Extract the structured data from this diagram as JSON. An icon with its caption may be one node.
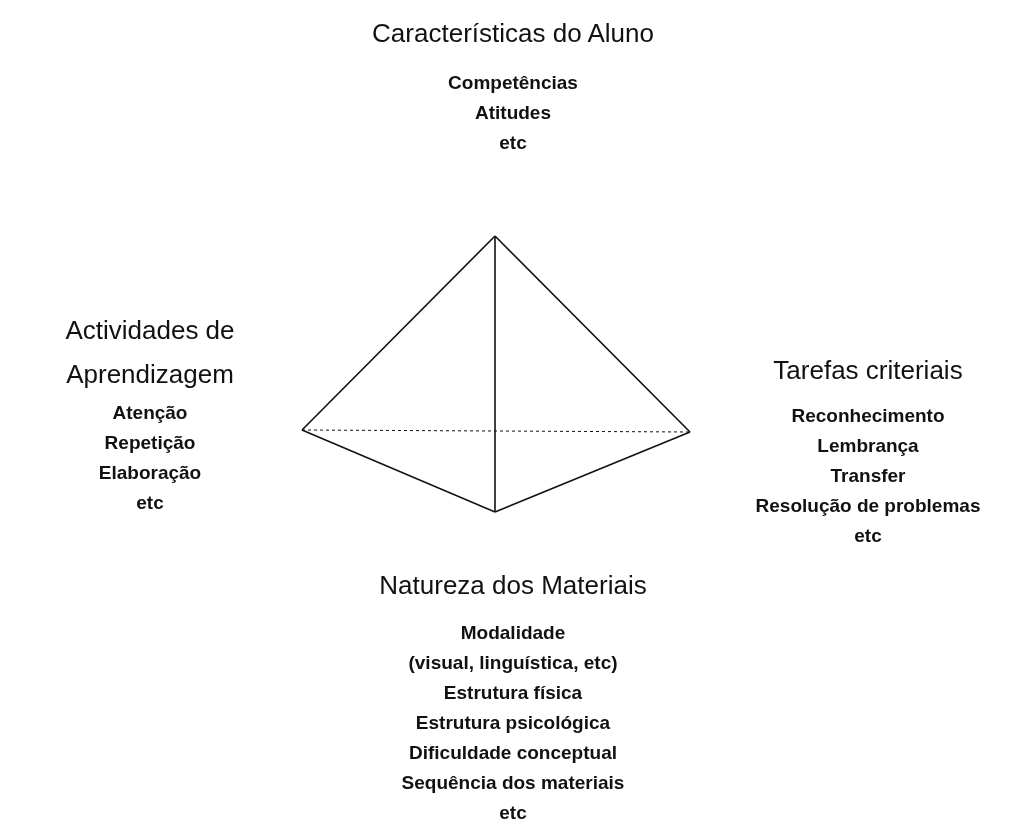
{
  "diagram": {
    "labels": [
      "Características do Aluno",
      "Competências",
      "Atitudes",
      "etc",
      "Actividades de Aprendizagem",
      "Atenção",
      "Repetição",
      "Elaboração",
      "etc",
      "Tarefas criteriais",
      "Reconhecimento",
      "Lembrança",
      "Transfer",
      "Resolução de problemas",
      "etc",
      "Natureza dos Materiais",
      "Modalidade",
      "(visual, linguística, etc)",
      "Estrutura física",
      "Estrutura psicológica",
      "Dificuldade conceptual",
      "Sequência dos materiais",
      "etc"
    ]
  }
}
